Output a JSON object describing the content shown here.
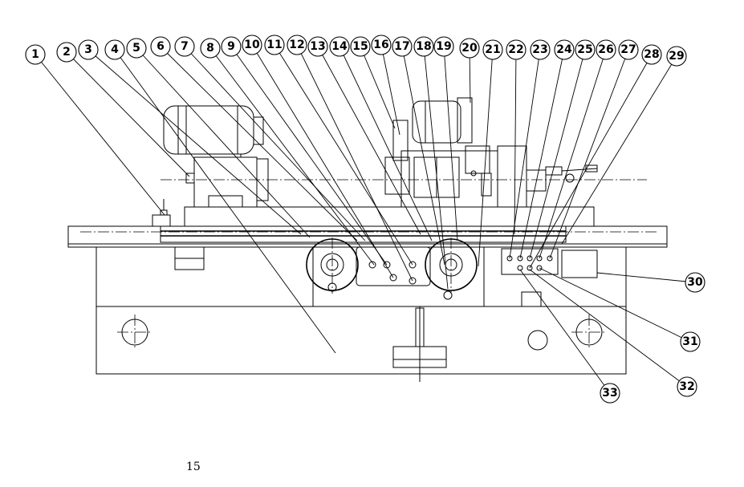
{
  "figure": {
    "callouts": [
      {
        "label": "1"
      },
      {
        "label": "2"
      },
      {
        "label": "3"
      },
      {
        "label": "4"
      },
      {
        "label": "5"
      },
      {
        "label": "6"
      },
      {
        "label": "7"
      },
      {
        "label": "8"
      },
      {
        "label": "9"
      },
      {
        "label": "10"
      },
      {
        "label": "11"
      },
      {
        "label": "12"
      },
      {
        "label": "13"
      },
      {
        "label": "14"
      },
      {
        "label": "15"
      },
      {
        "label": "16"
      },
      {
        "label": "17"
      },
      {
        "label": "18"
      },
      {
        "label": "19"
      },
      {
        "label": "20"
      },
      {
        "label": "21"
      },
      {
        "label": "22"
      },
      {
        "label": "23"
      },
      {
        "label": "24"
      },
      {
        "label": "25"
      },
      {
        "label": "26"
      },
      {
        "label": "27"
      },
      {
        "label": "28"
      },
      {
        "label": "29"
      },
      {
        "label": "30"
      },
      {
        "label": "31"
      },
      {
        "label": "32"
      },
      {
        "label": "33"
      }
    ]
  },
  "page": {
    "number": "15"
  }
}
